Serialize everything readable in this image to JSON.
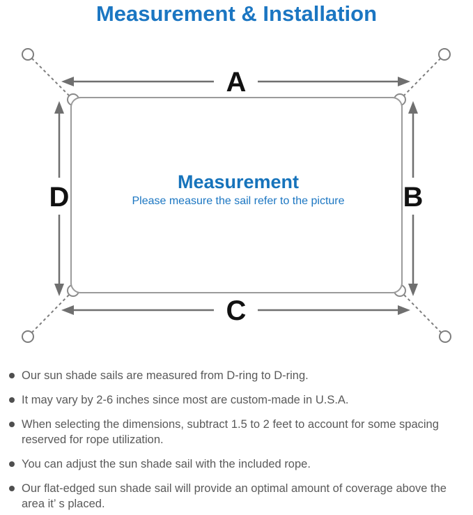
{
  "title": "Measurement & Installation",
  "diagram": {
    "labels": {
      "top": "A",
      "right": "B",
      "bottom": "C",
      "left": "D"
    },
    "center_heading": "Measurement",
    "center_subtitle": "Please measure the sail refer to the picture"
  },
  "notes": [
    "Our sun shade sails are measured from D-ring to D-ring.",
    "It may vary by 2-6 inches since most are custom-made in U.S.A.",
    "When selecting the dimensions, subtract 1.5 to 2 feet to account for some spacing reserved for rope utilization.",
    "You can adjust the sun shade sail with the included rope.",
    "Our flat-edged sun shade sail will provide an optimal amount of coverage above the area it’ s placed."
  ],
  "colors": {
    "title_blue": "#1b76c2",
    "center_blue": "#1673bb",
    "label_black": "#111111",
    "arrow_gray": "#6f6f6f",
    "border_gray": "#9b9b9b",
    "ring_gray": "#7d7d7d",
    "note_gray": "#595959"
  }
}
